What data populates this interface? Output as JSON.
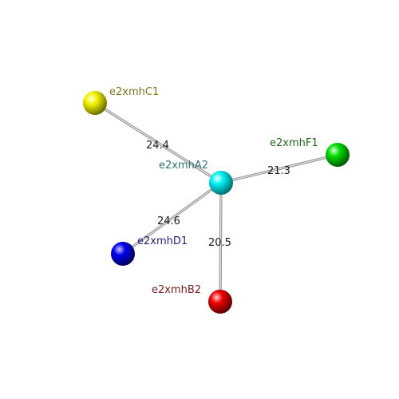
{
  "nodes": [
    {
      "id": "A2",
      "label": "e2xmhA2",
      "color": "#00e5e5",
      "label_color": "#2f7377"
    },
    {
      "id": "C1",
      "label": "e2xmhC1",
      "color": "#e8e800",
      "label_color": "#77771f"
    },
    {
      "id": "F1",
      "label": "e2xmhF1",
      "color": "#00d000",
      "label_color": "#1f6a1f"
    },
    {
      "id": "D1",
      "label": "e2xmhD1",
      "color": "#0000e0",
      "label_color": "#1f1f77"
    },
    {
      "id": "B2",
      "label": "e2xmhB2",
      "color": "#e00000",
      "label_color": "#772020"
    }
  ],
  "edges": [
    {
      "from": "A2",
      "to": "C1",
      "label": "24.4"
    },
    {
      "from": "A2",
      "to": "F1",
      "label": "21.3"
    },
    {
      "from": "A2",
      "to": "D1",
      "label": "24.6"
    },
    {
      "from": "A2",
      "to": "B2",
      "label": "20.5"
    }
  ]
}
